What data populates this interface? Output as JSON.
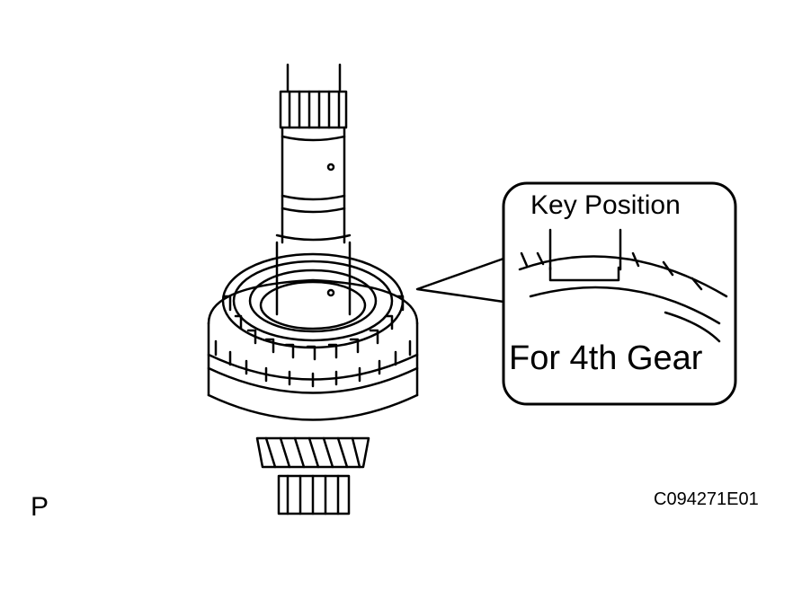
{
  "figure": {
    "callout_key_label": "Key Position",
    "callout_gear_label": "For 4th Gear",
    "view_letter": "P",
    "figure_code": "C094271E01"
  },
  "colors": {
    "ink": "#000000",
    "paper": "#ffffff"
  }
}
